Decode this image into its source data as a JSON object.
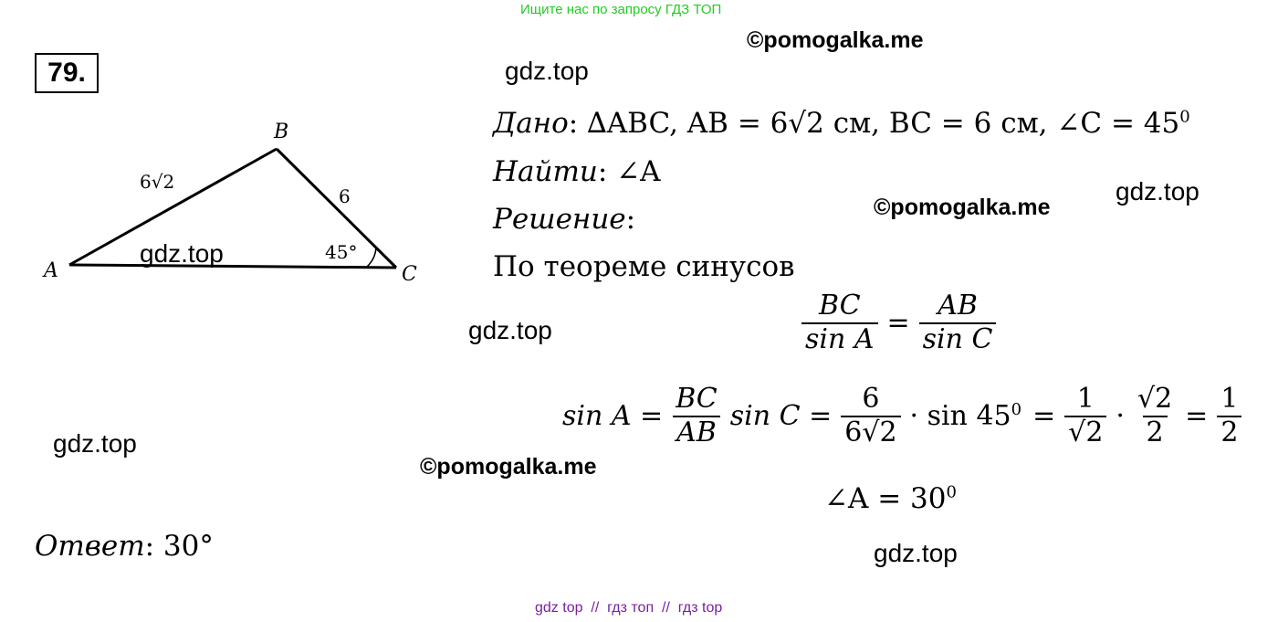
{
  "banner": "Ищите нас по запросу ГДЗ ТОП",
  "problem_number": "79.",
  "watermarks": {
    "gdz": "gdz.top",
    "pomogalka": "©pomogalka.me"
  },
  "figure": {
    "vertex_a": "A",
    "vertex_b": "B",
    "vertex_c": "C",
    "side_ab": "6√2",
    "side_bc": "6",
    "angle_c": "45°"
  },
  "given": {
    "label": "Дано",
    "text": ": ∆ABC, AB = 6√2 см, BC = 6 см, ∠C = 45",
    "exp": "0"
  },
  "find": {
    "label": "Найти",
    "text": ": ∠A"
  },
  "solution": {
    "label": "Решение",
    "colon": ":",
    "theorem": "По теореме синусов",
    "ratio_left_num": "BC",
    "ratio_left_den": "sin A",
    "ratio_right_num": "AB",
    "ratio_right_den": "sin C",
    "eq": "=",
    "calc_lhs": "sin A =",
    "calc_f1_num": "BC",
    "calc_f1_den": "AB",
    "calc_t1": "sin C =",
    "calc_f2_num": "6",
    "calc_f2_den": "6√2",
    "calc_t2": "· sin 45",
    "calc_t2_exp": "0",
    "calc_eq": "=",
    "calc_f3_num": "1",
    "calc_f3_den": "√2",
    "calc_dot": "·",
    "calc_f4_num": "√2",
    "calc_f4_den": "2",
    "calc_eq2": "=",
    "calc_f5_num": "1",
    "calc_f5_den": "2",
    "result": "∠A = 30",
    "result_exp": "0"
  },
  "answer": {
    "label": "Ответ",
    "text": ": 30°"
  },
  "footer": "gdz top  //  гдз топ  //  гдз top"
}
